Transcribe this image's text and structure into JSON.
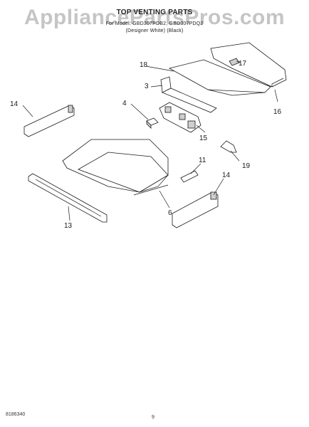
{
  "watermark": "AppliancePartsPros.com",
  "header": {
    "title": "TOP VENTING PARTS",
    "model_line": "For Model: GBD307PDB2, GBD307PDQ2",
    "color_line": "(Designer White)    (Black)"
  },
  "callouts": {
    "c3": "3",
    "c4": "4",
    "c6": "6",
    "c11": "11",
    "c13": "13",
    "c14a": "14",
    "c14b": "14",
    "c15": "15",
    "c16": "16",
    "c17": "17",
    "c18": "18",
    "c19": "19"
  },
  "footer": {
    "part_number": "8186340",
    "page_number": "9"
  }
}
